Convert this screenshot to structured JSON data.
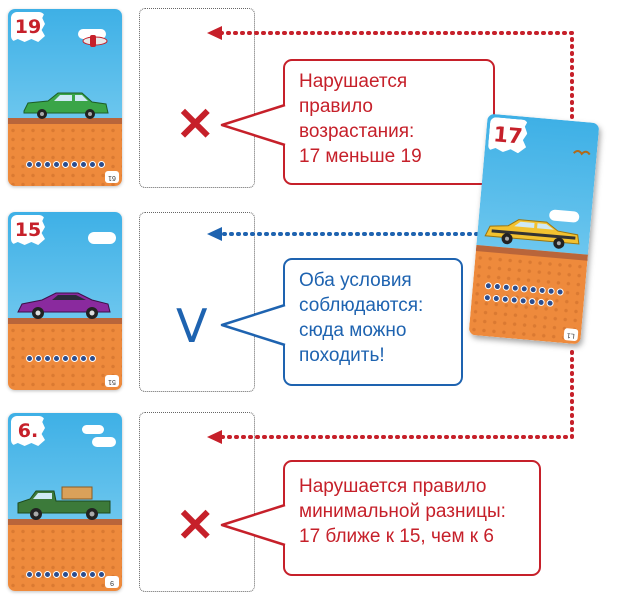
{
  "cards": [
    {
      "number": "19",
      "corner": "61"
    },
    {
      "number": "15",
      "corner": "51"
    },
    {
      "number": "6.",
      "corner": "9"
    }
  ],
  "new_card": {
    "number": "17",
    "corner": "L1"
  },
  "marks": {
    "cross": "✕",
    "check": "V"
  },
  "bubbles": {
    "top": {
      "lines": [
        "Нарушается",
        "правило",
        "возрастания:",
        "17 меньше 19"
      ]
    },
    "middle": {
      "lines": [
        "Оба условия",
        "соблюдаются:",
        "сюда можно",
        "походить!"
      ]
    },
    "bottom": {
      "lines": [
        "Нарушается правило",
        "минимальной разницы:",
        "17 ближе к 15, чем к 6"
      ]
    }
  },
  "colors": {
    "red": "#c6202a",
    "blue": "#1e63b0",
    "sky": "#3eb0e6",
    "ground": "#ee8a3c"
  }
}
